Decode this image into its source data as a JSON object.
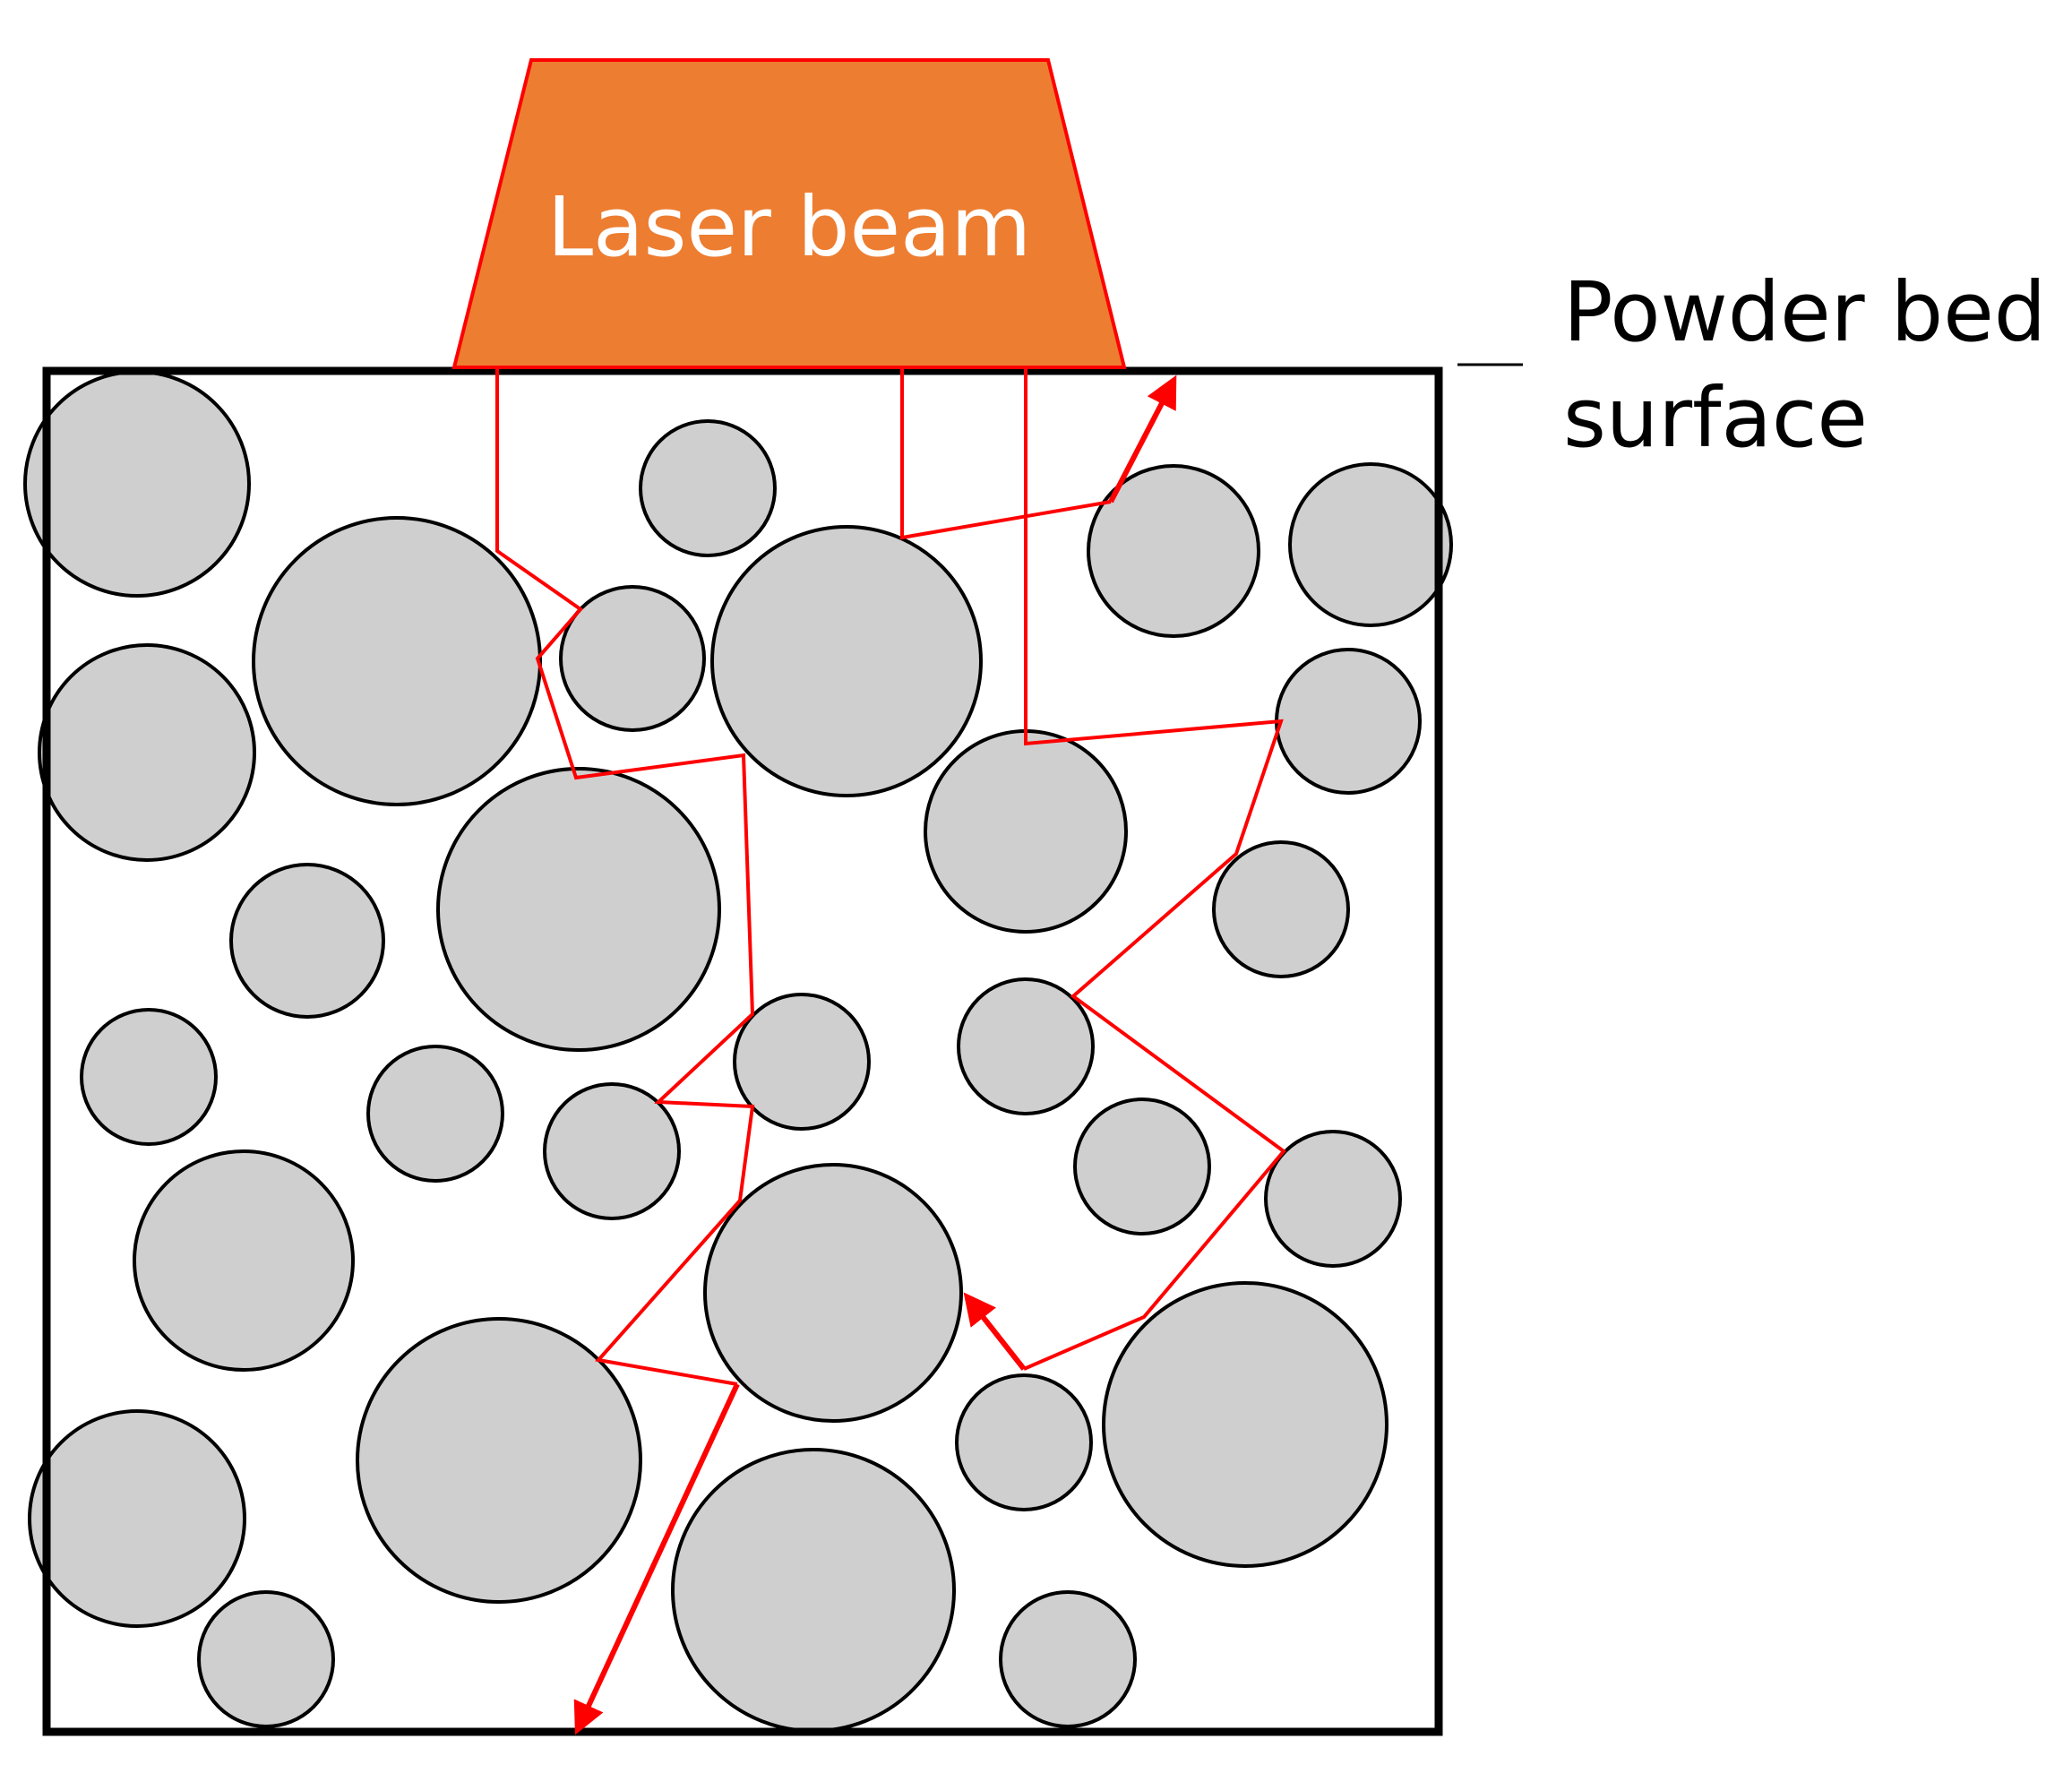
{
  "laser": {
    "label": "Laser beam",
    "fill_color": "#ed7d31",
    "outline_color": "#ff0000"
  },
  "annotation": {
    "line1": "Powder bed",
    "line2": "surface"
  },
  "colors": {
    "particle_fill": "#d0cfd0",
    "particle_stroke": "#000000",
    "ray": "#ff0000"
  }
}
